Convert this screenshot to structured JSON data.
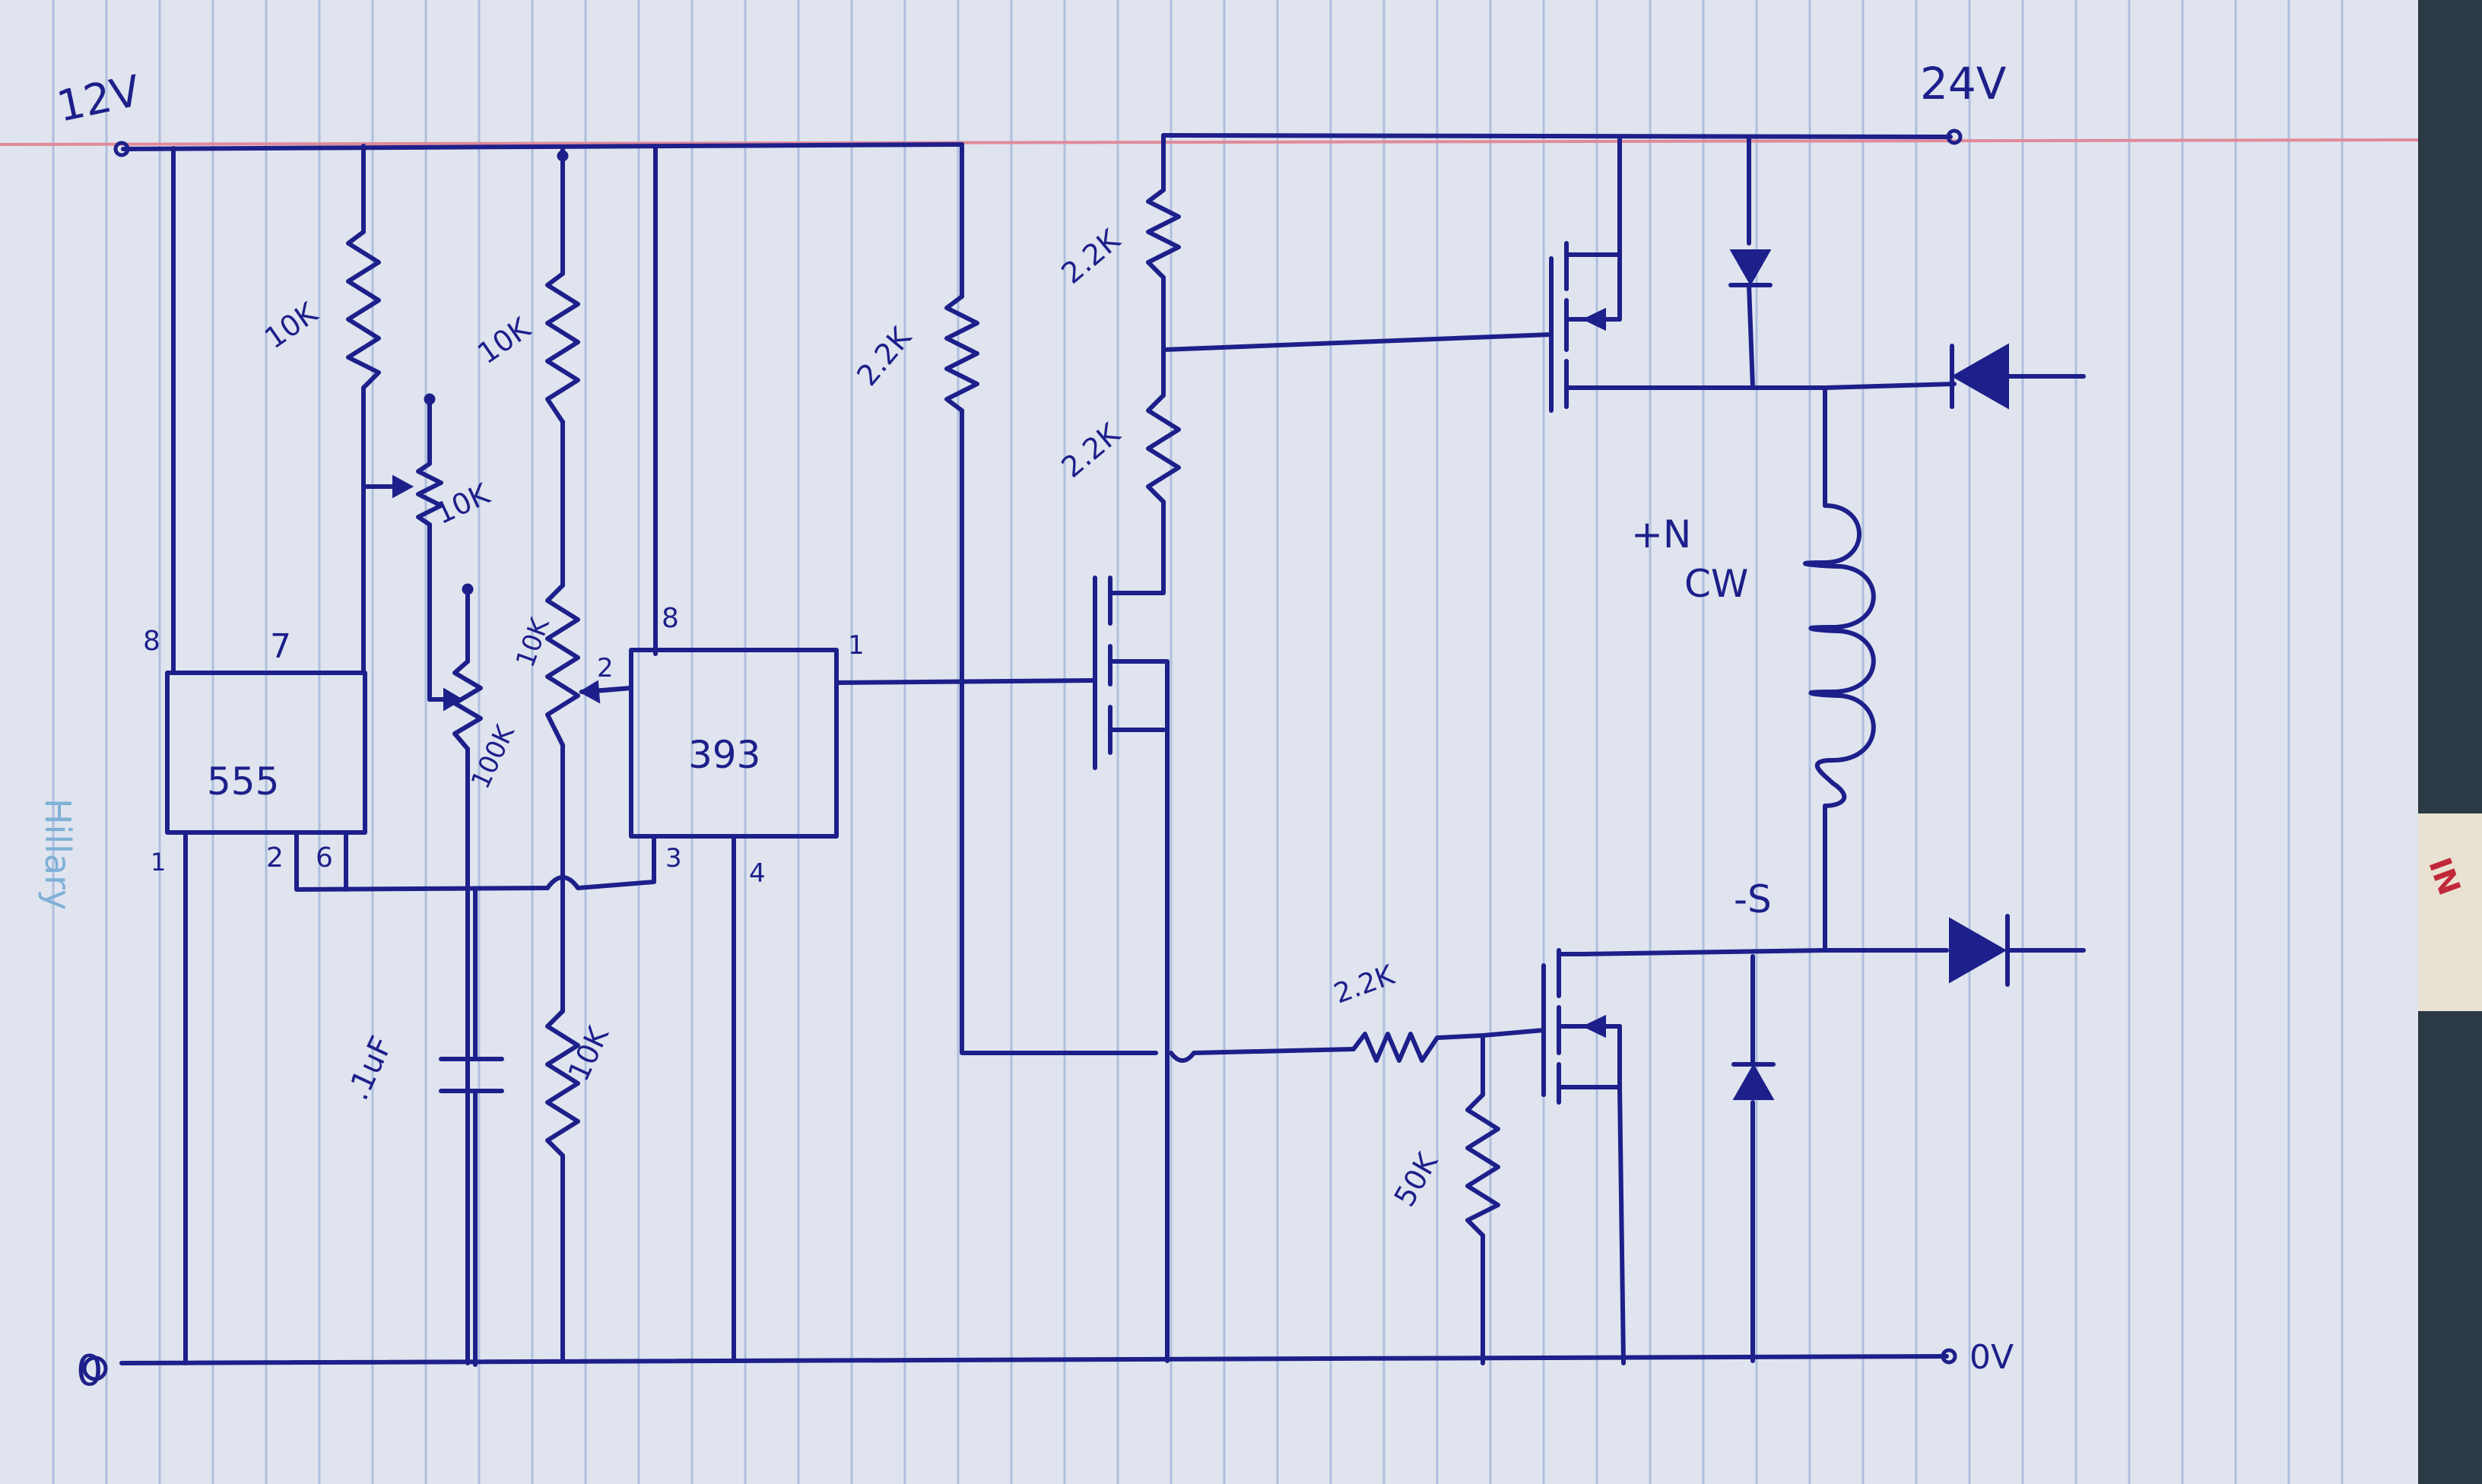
{
  "colors": {
    "ink": "#1d1f8a",
    "paper": "#dfe4ee",
    "rule_line": "#9fb3d9",
    "margin_line": "#e08a9a",
    "pencil_note": "#7fb0d6"
  },
  "supplies": {
    "v12": "12V",
    "v24": "24V",
    "gnd_left": "0",
    "gnd_right": "0V"
  },
  "ics": {
    "timer": {
      "label": "555",
      "pins": {
        "p8": "8",
        "p7": "7",
        "p1": "1",
        "p2": "2",
        "p6": "6"
      }
    },
    "comparator": {
      "label": "393",
      "pins": {
        "p8": "8",
        "p2": "2",
        "p1": "1",
        "p3": "3",
        "p4": "4"
      }
    }
  },
  "components": {
    "r_timer_top": "10K",
    "pot_timer": "10K",
    "pot_100k": "100K",
    "r_div_top": "10K",
    "pot_div": "10K",
    "r_div_bottom": "10K",
    "cap": ".1uF",
    "r_pullup": "2.2K",
    "r_gate_top_1": "2.2K",
    "r_gate_top_2": "2.2K",
    "r_gate_low": "2.2K",
    "r_pulldown": "50K"
  },
  "coil": {
    "top_label_1": "+N",
    "top_label_2": "CW",
    "bottom_label": "-S"
  },
  "margin_note": "Hillary",
  "edge_fragment": "IN"
}
